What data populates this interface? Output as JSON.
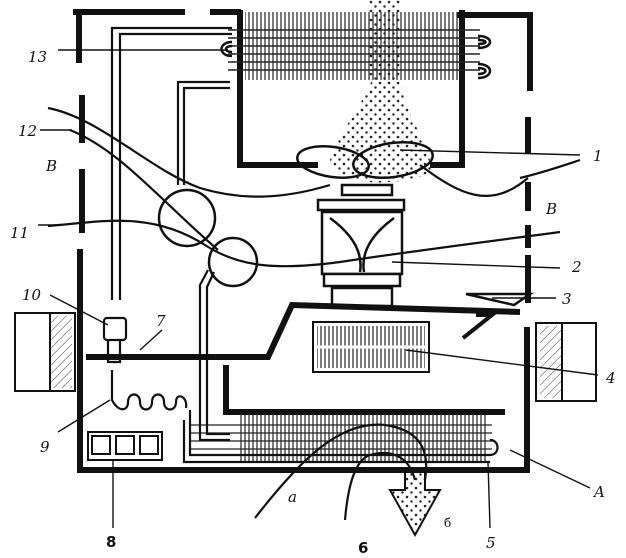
{
  "diagram": {
    "callouts": {
      "n1": "1",
      "n2": "2",
      "n3": "3",
      "n4": "4",
      "n5": "5",
      "n6": "6",
      "n7": "7",
      "n8": "8",
      "n9": "9",
      "n10": "10",
      "n11": "11",
      "n12": "12",
      "n13": "13"
    },
    "letters": {
      "A": "A",
      "B_left": "B",
      "B_right": "B",
      "a": "a",
      "b": "б"
    }
  }
}
